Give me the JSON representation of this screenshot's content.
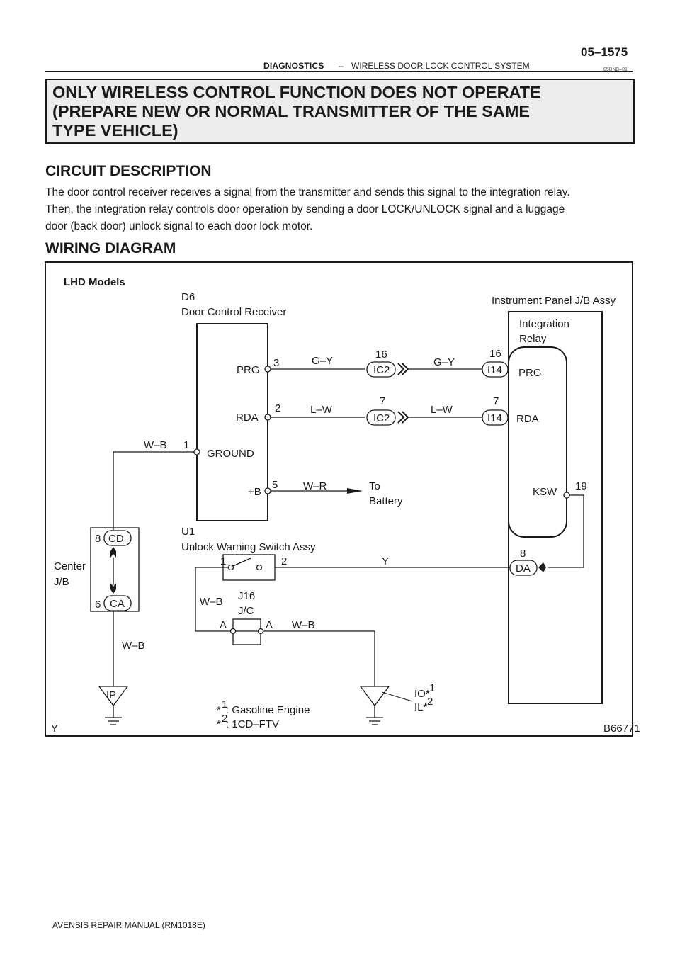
{
  "header": {
    "page_number": "05–1575",
    "section": "DIAGNOSTICS",
    "dash": "–",
    "subsection": "WIRELESS DOOR LOCK CONTROL SYSTEM",
    "doc_code": "05BNB–01"
  },
  "title": {
    "line1": "ONLY WIRELESS CONTROL FUNCTION DOES NOT OPERATE",
    "line2": "(PREPARE NEW OR NORMAL TRANSMITTER OF THE SAME",
    "line3": "TYPE VEHICLE)"
  },
  "circuit_description": {
    "heading": "CIRCUIT DESCRIPTION",
    "line1": "The door control receiver receives a signal from the transmitter and sends this signal to the integration relay.",
    "line2": "Then, the integration relay controls door operation by sending a door LOCK/UNLOCK signal  and a luggage",
    "line3": "door (back door) unlock signal to each door lock motor."
  },
  "wiring_diagram": {
    "heading": "WIRING DIAGRAM",
    "models": "LHD Models",
    "receiver_code": "D6",
    "receiver_name": "Door Control Receiver",
    "jb_assy": "Instrument Panel J/B Assy",
    "relay_line1": "Integration",
    "relay_line2": "Relay",
    "pins": {
      "prg": "PRG",
      "rda": "RDA",
      "ground": "GROUND",
      "plus_b": "+B",
      "ksw": "KSW",
      "relay_prg": "PRG",
      "relay_rda": "RDA",
      "n3": "3",
      "n2": "2",
      "n1": "1",
      "n5": "5",
      "n16a": "16",
      "n16b": "16",
      "n7a": "7",
      "n7b": "7",
      "n19": "19",
      "n8": "8",
      "n8cd": "8",
      "n6ca": "6",
      "sw1": "1",
      "sw2": "2",
      "ja": "A",
      "jb": "A"
    },
    "connectors": {
      "ic2a": "IC2",
      "ic2b": "IC2",
      "i14a": "I14",
      "i14b": "I14",
      "da": "DA",
      "cd": "CD",
      "ca": "CA",
      "ip": "IP"
    },
    "wires": {
      "gy1": "G–Y",
      "gy2": "G–Y",
      "lw1": "L–W",
      "lw2": "L–W",
      "wb_top": "W–B",
      "wr": "W–R",
      "y": "Y",
      "wb_left": "W–B",
      "wb_mid": "W–B",
      "wb_right": "W–B"
    },
    "battery_line1": "To",
    "battery_line2": "Battery",
    "center_jb_line1": "Center",
    "center_jb_line2": "J/B",
    "switch_code": "U1",
    "switch_name": "Unlock Warning Switch Assy",
    "jc_code": "J16",
    "jc_name": "J/C",
    "ground_io": "IO*",
    "ground_il": "IL*",
    "sup1": "1",
    "sup2": "2",
    "note1_mark": "*",
    "note1_sup": "1",
    "note1_text": ": Gasoline Engine",
    "note2_mark": "*",
    "note2_sup": "2",
    "note2_text": ": 1CD–FTV",
    "corner_mark": "Y",
    "figure_code": "B66771"
  },
  "footer": {
    "manual": "AVENSIS REPAIR MANUAL   (RM1018E)"
  }
}
